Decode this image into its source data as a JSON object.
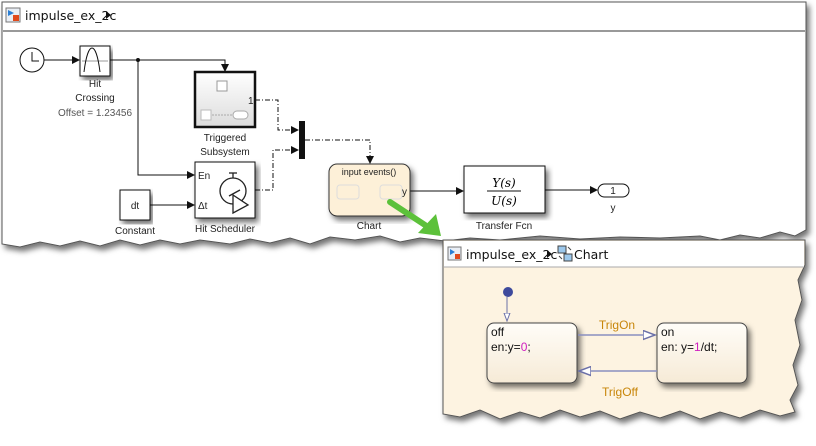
{
  "main_window": {
    "breadcrumb": {
      "model": "impulse_ex_2c"
    },
    "blocks": {
      "hit_crossing": {
        "line1": "Hit",
        "line2": "Crossing",
        "param": "Offset = 1.23456"
      },
      "triggered_subsystem": {
        "line1": "Triggered",
        "line2": "Subsystem",
        "port": "1"
      },
      "hit_scheduler": {
        "label": "Hit Scheduler",
        "port_en": "En",
        "port_dt": "Δt"
      },
      "constant": {
        "value": "dt",
        "label": "Constant"
      },
      "chart": {
        "title": "input events()",
        "port": "y",
        "label": "Chart"
      },
      "transfer_fcn": {
        "num": "Y(s)",
        "den": "U(s)",
        "label": "Transfer Fcn"
      },
      "outport": {
        "number": "1",
        "label": "y"
      }
    }
  },
  "chart_window": {
    "breadcrumb": {
      "model": "impulse_ex_2c",
      "chart": "Chart"
    },
    "states": [
      {
        "name": "off",
        "action_prefix": "en:y=",
        "action_value": "0",
        "action_suffix": ";"
      },
      {
        "name": "on",
        "action_prefix": "en: y=",
        "action_value": "1",
        "action_suffix": "/dt;"
      }
    ],
    "transitions": {
      "on": "TrigOn",
      "off": "TrigOff"
    }
  },
  "colors": {
    "chart_bg": "#fdf3e1",
    "transition_label": "#c8860a",
    "transition_line": "#7f84b8",
    "numeric_literal": "#d020c0",
    "callout_arrow": "#5cc13a"
  }
}
